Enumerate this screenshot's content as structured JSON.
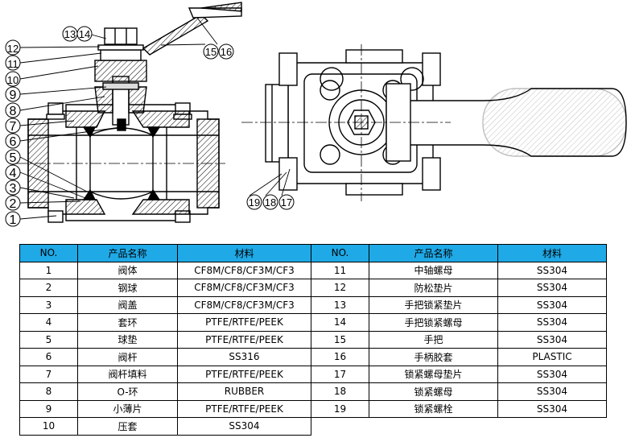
{
  "callouts_left": [
    "1",
    "2",
    "3",
    "4",
    "5",
    "6",
    "7",
    "8",
    "9",
    "10",
    "11",
    "12",
    "13",
    "14",
    "15",
    "16"
  ],
  "callouts_right": [
    "17",
    "18",
    "19"
  ],
  "table": {
    "headers": [
      "NO.",
      "产品名称",
      "材料"
    ],
    "rows": [
      {
        "no": "1",
        "name": "阀体",
        "material": "CF8M/CF8/CF3M/CF3"
      },
      {
        "no": "2",
        "name": "钢球",
        "material": "CF8M/CF8/CF3M/CF3"
      },
      {
        "no": "3",
        "name": "阀盖",
        "material": "CF8M/CF8/CF3M/CF3"
      },
      {
        "no": "4",
        "name": "套环",
        "material": "PTFE/RTFE/PEEK"
      },
      {
        "no": "5",
        "name": "球垫",
        "material": "PTFE/RTFE/PEEK"
      },
      {
        "no": "6",
        "name": "阀杆",
        "material": "SS316"
      },
      {
        "no": "7",
        "name": "阀杆填料",
        "material": "PTFE/RTFE/PEEK"
      },
      {
        "no": "8",
        "name": "O-环",
        "material": "RUBBER"
      },
      {
        "no": "9",
        "name": "小薄片",
        "material": "PTFE/RTFE/PEEK"
      },
      {
        "no": "10",
        "name": "压套",
        "material": "SS304"
      },
      {
        "no": "11",
        "name": "中轴螺母",
        "material": "SS304"
      },
      {
        "no": "12",
        "name": "防松垫片",
        "material": "SS304"
      },
      {
        "no": "13",
        "name": "手把锁紧垫片",
        "material": "SS304"
      },
      {
        "no": "14",
        "name": "手把锁紧螺母",
        "material": "SS304"
      },
      {
        "no": "15",
        "name": "手把",
        "material": "SS304"
      },
      {
        "no": "16",
        "name": "手柄胶套",
        "material": "PLASTIC"
      },
      {
        "no": "17",
        "name": "锁紧螺母垫片",
        "material": "SS304"
      },
      {
        "no": "18",
        "name": "锁紧螺母",
        "material": "SS304"
      },
      {
        "no": "19",
        "name": "锁紧螺栓",
        "material": "SS304"
      }
    ]
  },
  "colors": {
    "header_fill": "#1fa9e6",
    "line": "#000000",
    "part_fill": "#e0e0e0"
  }
}
